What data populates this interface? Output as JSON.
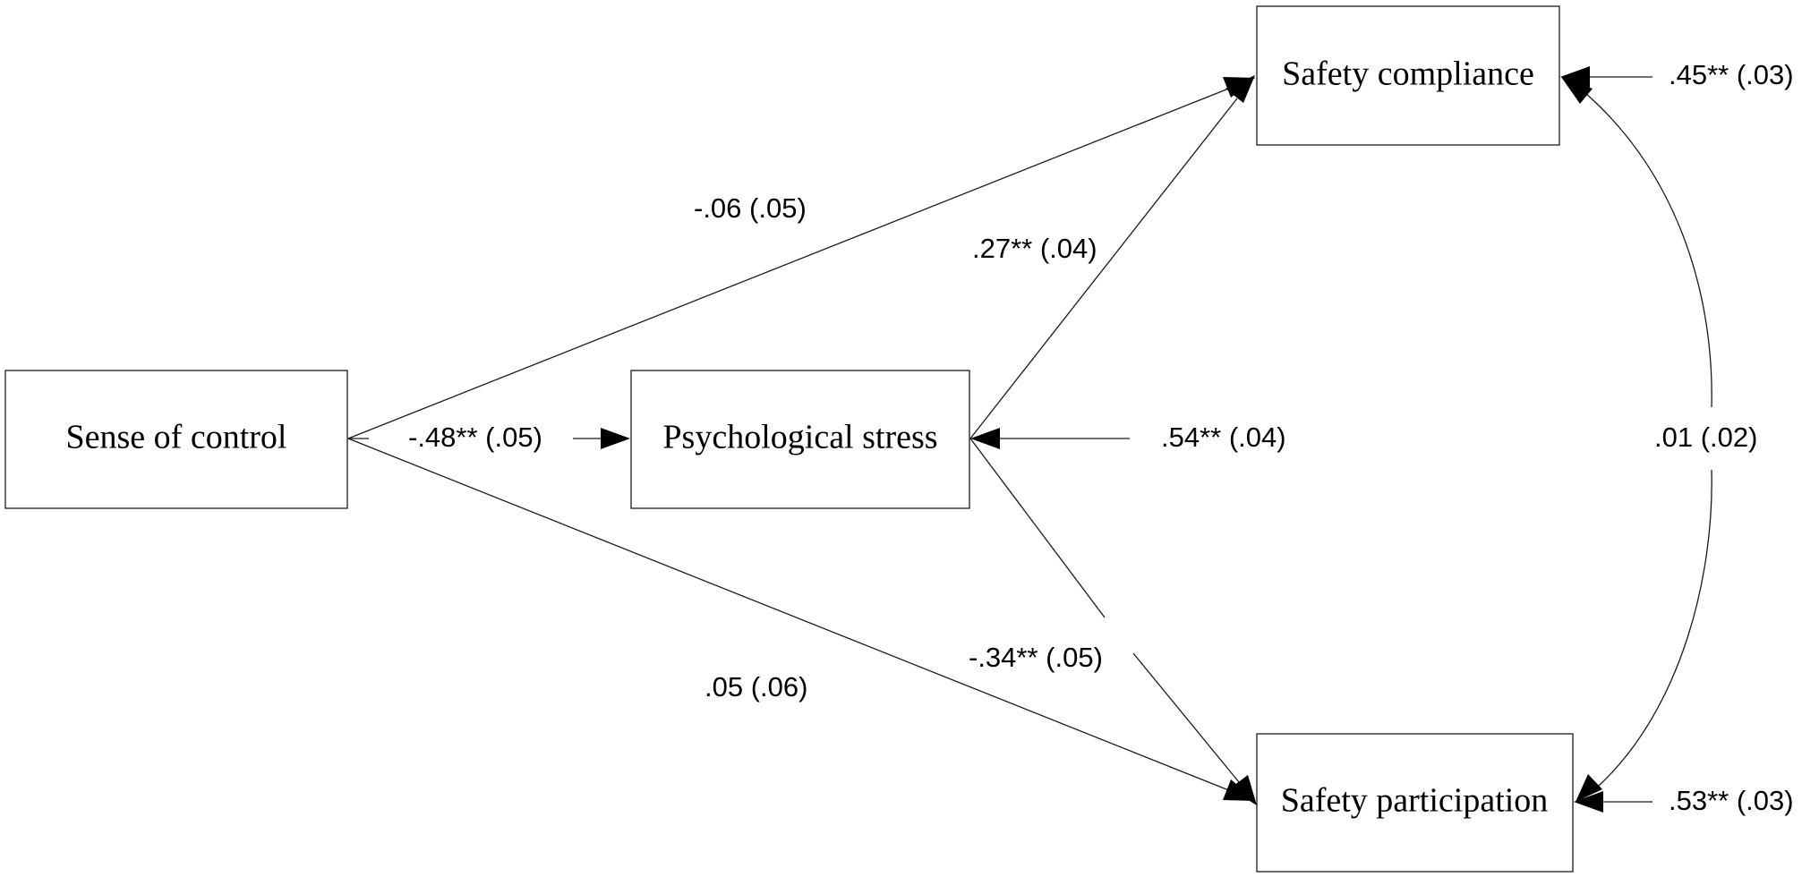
{
  "nodes": {
    "sense_of_control": "Sense of control",
    "psychological_stress": "Psychological stress",
    "safety_compliance": "Safety compliance",
    "safety_participation": "Safety participation"
  },
  "paths": {
    "control_to_stress": "-.48** (.05)",
    "control_to_compliance": "-.06 (.05)",
    "control_to_participation": ".05 (.06)",
    "stress_to_compliance": ".27** (.04)",
    "stress_to_participation": "-.34** (.05)",
    "compliance_participation_covariance": ".01 (.02)"
  },
  "residuals": {
    "stress": ".54** (.04)",
    "compliance": ".45** (.03)",
    "participation": ".53** (.03)"
  }
}
